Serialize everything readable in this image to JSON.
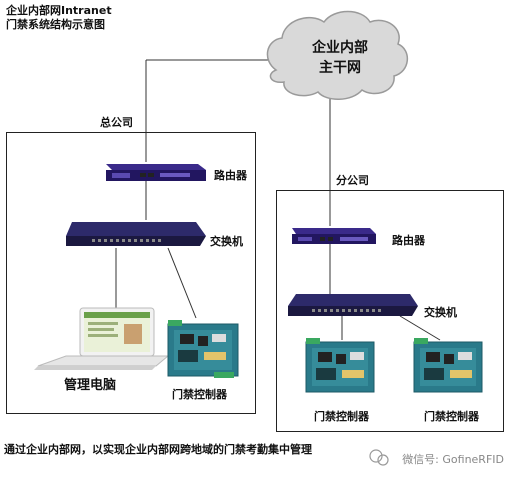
{
  "title": {
    "line1": "企业内部网Intranet",
    "line2": "门禁系统结构示意图"
  },
  "cloud": {
    "line1": "企业内部",
    "line2": "主干网"
  },
  "hq": {
    "label": "总公司",
    "router_label": "路由器",
    "switch_label": "交换机",
    "pc_label": "管理电脑",
    "controller_label": "门禁控制器"
  },
  "branch": {
    "label": "分公司",
    "router_label": "路由器",
    "switch_label": "交换机",
    "controller1_label": "门禁控制器",
    "controller2_label": "门禁控制器"
  },
  "footer": "通过企业内部网，以实现企业内部网跨地域的门禁考勤集中管理",
  "watermark": "微信号: GofineRFID"
}
